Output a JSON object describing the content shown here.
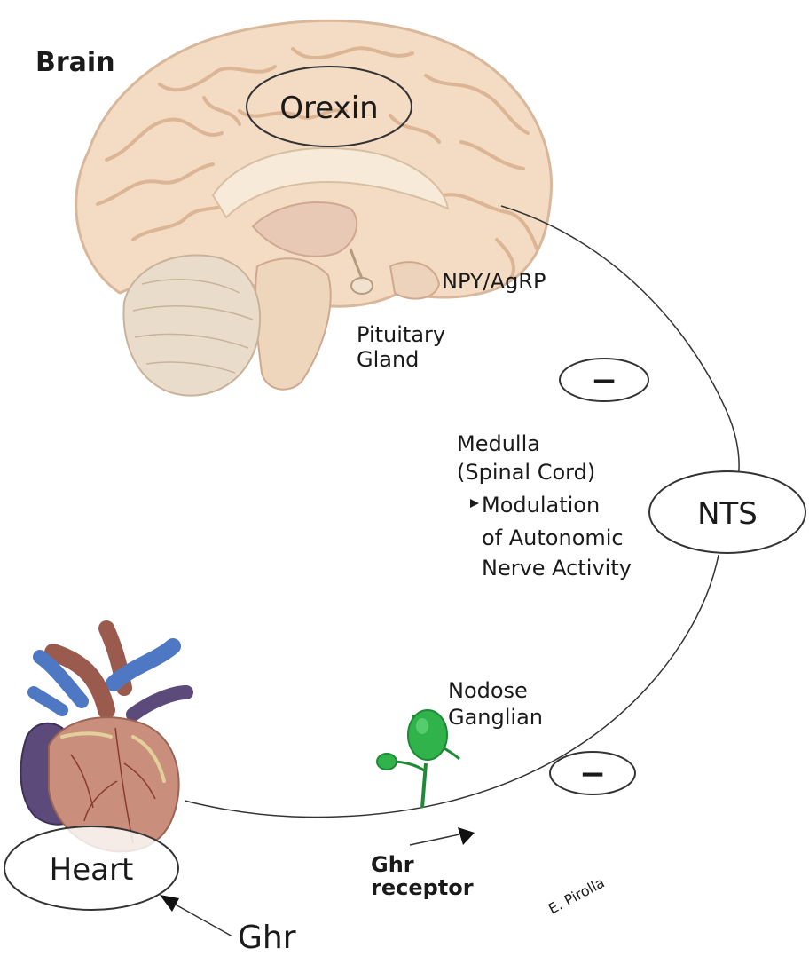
{
  "labels": {
    "brain": "Brain",
    "orexin": "Orexin",
    "npy_agrp": "NPY/AgRP",
    "pituitary_line1": "Pituitary",
    "pituitary_line2": "Gland",
    "minus_top": "−",
    "minus_bottom": "−",
    "medulla_line1": "Medulla",
    "medulla_line2": "(Spinal Cord)",
    "medulla_line3": "Modulation",
    "medulla_line4": "of Autonomic",
    "medulla_line5": "Nerve Activity",
    "nts": "NTS",
    "nodose_line1": "Nodose",
    "nodose_line2": "Ganglian",
    "ghr_receptor_line1": "Ghr",
    "ghr_receptor_line2": "receptor",
    "heart": "Heart",
    "ghr": "Ghr",
    "credit": "E. Pirolla"
  },
  "colors": {
    "brain_fill": "#f3dcc3",
    "brain_fold": "#d9b79a",
    "cerebellum": "#e8d9c6",
    "ganglion": "#2fb34a",
    "heart_muscle": "#c98f7c",
    "heart_left": "#5b4a7a",
    "vein_blue": "#4f78c4",
    "aorta": "#9a5a4e",
    "line": "#333333"
  }
}
